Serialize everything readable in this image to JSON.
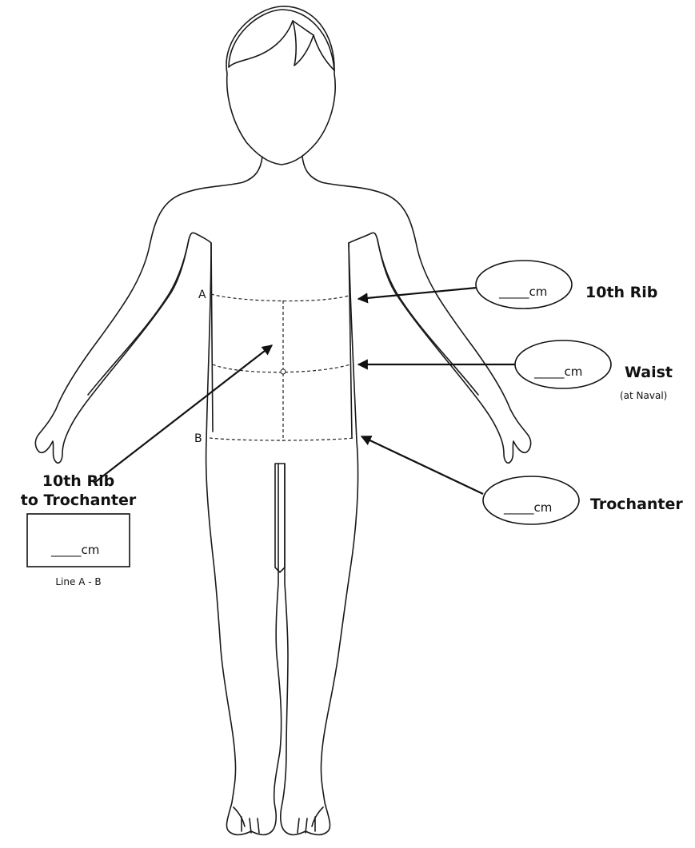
{
  "fields": {
    "rib": {
      "value": "_____cm",
      "label": "10th Rib"
    },
    "waist": {
      "value": "_____cm",
      "label": "Waist",
      "sublabel": "(at Naval)"
    },
    "trochanter": {
      "value": "_____cm",
      "label": "Trochanter"
    },
    "rib_to_trochanter": {
      "value": "_____cm",
      "label_line1": "10th Rib",
      "label_line2": "to Trochanter",
      "sublabel": "Line A - B"
    }
  },
  "points": {
    "a": "A",
    "b": "B"
  }
}
